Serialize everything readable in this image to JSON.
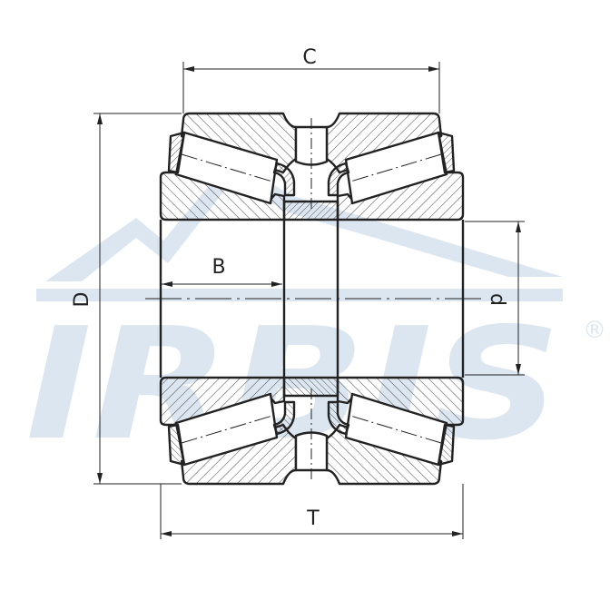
{
  "watermark": {
    "brand": "IRBIS",
    "registered": "®",
    "color": "#dce6f1"
  },
  "dimensions": {
    "outer_diameter": "D",
    "bore_diameter": "d",
    "outer_ring_width": "C",
    "inner_ring_width": "B",
    "total_width": "T"
  },
  "colors": {
    "line": "#222222",
    "background": "#ffffff"
  }
}
